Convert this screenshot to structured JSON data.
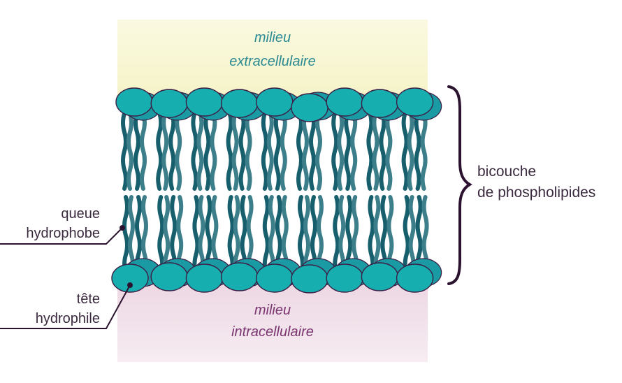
{
  "zones": {
    "top_label": [
      "milieu",
      "extracellulaire"
    ],
    "bottom_label": [
      "milieu",
      "intracellulaire"
    ]
  },
  "labels": {
    "bilayer": [
      "bicouche",
      "de phospholipides"
    ],
    "tail": [
      "queue",
      "hydrophobe"
    ],
    "head": [
      "tête",
      "hydrophile"
    ]
  },
  "colors": {
    "top_zone": "#f6f4c8",
    "bottom_zone": "#ecd6e2",
    "head_fill": "#17aeb0",
    "head_fill_back": "#1a9aa3",
    "head_stroke": "#3b1f45",
    "tail_dark": "#175f6d",
    "tail_light": "#3d7e8b",
    "top_text": "#2a8a93",
    "bottom_text": "#7a3570",
    "label_text": "#3a2a3e",
    "leader_line": "#2b1330",
    "brace": "#2b1330"
  }
}
